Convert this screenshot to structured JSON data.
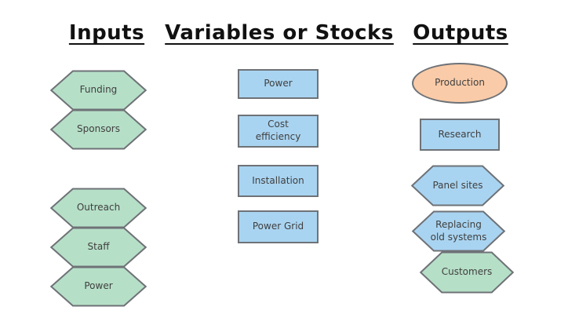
{
  "diagram": {
    "title": "Inputs / Variables or Stocks / Outputs diagram",
    "colors": {
      "hexagon_green_fill": "#b6dfc7",
      "rectangle_blue_fill": "#a9d4f1",
      "ellipse_peach_fill": "#f9cba8",
      "shape_outline": "#6e7277",
      "label_text": "#3f3f3f",
      "header_text": "#111111",
      "background": "#ffffff"
    },
    "columns": [
      {
        "header": "Inputs",
        "items": [
          {
            "label": "Funding",
            "shape": "hexagon",
            "fill": "green"
          },
          {
            "label": "Sponsors",
            "shape": "hexagon",
            "fill": "green"
          },
          {
            "label": "Outreach",
            "shape": "hexagon",
            "fill": "green"
          },
          {
            "label": "Staff",
            "shape": "hexagon",
            "fill": "green"
          },
          {
            "label": "Power",
            "shape": "hexagon",
            "fill": "green"
          }
        ]
      },
      {
        "header": "Variables or Stocks",
        "items": [
          {
            "label": "Power",
            "shape": "rectangle",
            "fill": "blue"
          },
          {
            "label": "Cost\nefficiency",
            "shape": "rectangle",
            "fill": "blue"
          },
          {
            "label": "Installation",
            "shape": "rectangle",
            "fill": "blue"
          },
          {
            "label": "Power Grid",
            "shape": "rectangle",
            "fill": "blue"
          }
        ]
      },
      {
        "header": "Outputs",
        "items": [
          {
            "label": "Production",
            "shape": "ellipse",
            "fill": "peach"
          },
          {
            "label": "Research",
            "shape": "rectangle",
            "fill": "blue"
          },
          {
            "label": "Panel sites",
            "shape": "hexagon",
            "fill": "blue"
          },
          {
            "label": "Replacing\nold systems",
            "shape": "hexagon",
            "fill": "blue"
          },
          {
            "label": "Customers",
            "shape": "hexagon",
            "fill": "green"
          }
        ]
      }
    ]
  }
}
